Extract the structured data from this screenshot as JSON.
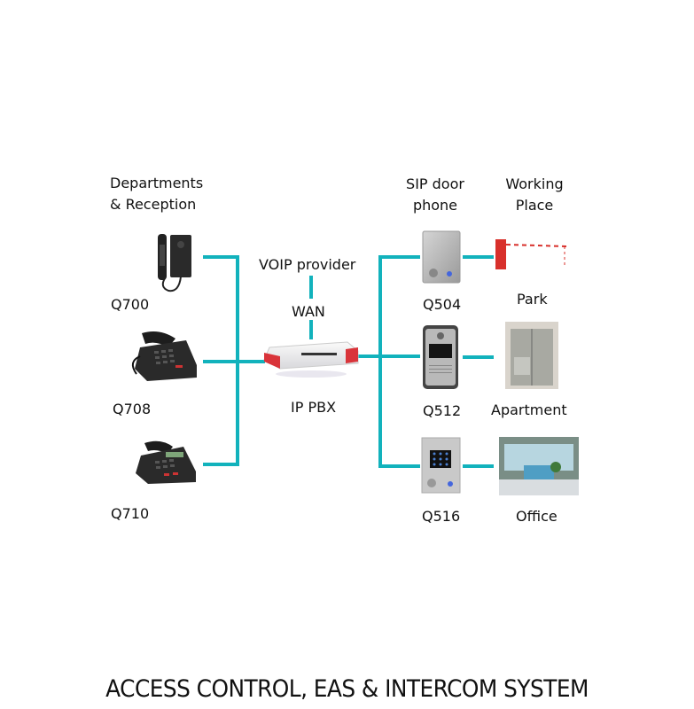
{
  "title": "ACCESS CONTROL, EAS & INTERCOM SYSTEM",
  "colors": {
    "link": "#12b2bc",
    "text": "#111111",
    "pbx_accent": "#d9343a"
  },
  "left_group": {
    "heading_line1": "Departments",
    "heading_line2": "& Reception",
    "devices": [
      {
        "model": "Q700",
        "icon": "wall-phone-icon"
      },
      {
        "model": "Q708",
        "icon": "desk-phone-icon"
      },
      {
        "model": "Q710",
        "icon": "desk-phone-display-icon"
      }
    ]
  },
  "center": {
    "provider": "VOIP provider",
    "wan": "WAN",
    "pbx": "IP PBX",
    "icon": "router-icon"
  },
  "right_group": {
    "heading_line1": "SIP door",
    "heading_line2": "phone",
    "place_heading_line1": "Working",
    "place_heading_line2": "Place",
    "devices": [
      {
        "model": "Q504",
        "place": "Park",
        "icon": "door-phone-icon",
        "place_icon": "barrier-gate-icon"
      },
      {
        "model": "Q512",
        "place": "Apartment",
        "icon": "rfid-door-phone-icon",
        "place_icon": "glass-door-icon"
      },
      {
        "model": "Q516",
        "place": "Office",
        "icon": "keypad-door-phone-icon",
        "place_icon": "office-lobby-icon"
      }
    ]
  }
}
